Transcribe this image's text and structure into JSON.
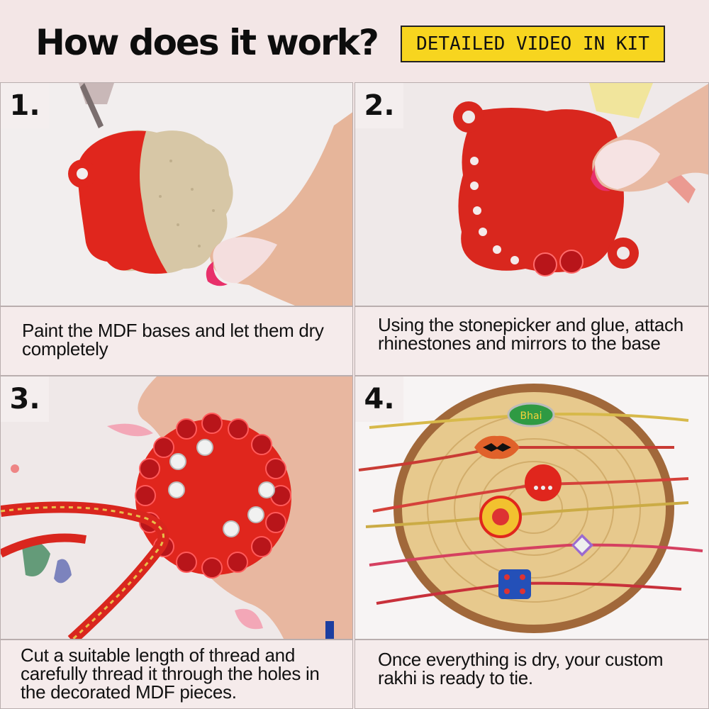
{
  "header": {
    "title": "How does it work?",
    "badge": "DETAILED VIDEO IN KIT"
  },
  "steps": [
    {
      "number": "1.",
      "caption": "Paint the MDF bases and let them dry completely"
    },
    {
      "number": "2.",
      "caption": "Using the stonepicker and glue, attach rhinestones and mirrors to the base"
    },
    {
      "number": "3.",
      "caption": "Cut a suitable length of thread and carefully thread it through the holes in the decorated MDF pieces."
    },
    {
      "number": "4.",
      "caption": "Once everything is dry, your custom rakhi is ready to tie."
    }
  ],
  "rakhi_labels": {
    "bhai": "Bhai"
  },
  "colors": {
    "background": "#f3e6e6",
    "badge": "#f7d51f",
    "paint_red": "#e0261d",
    "mdf": "#d7c7a6",
    "wood": "#e7c98d"
  }
}
